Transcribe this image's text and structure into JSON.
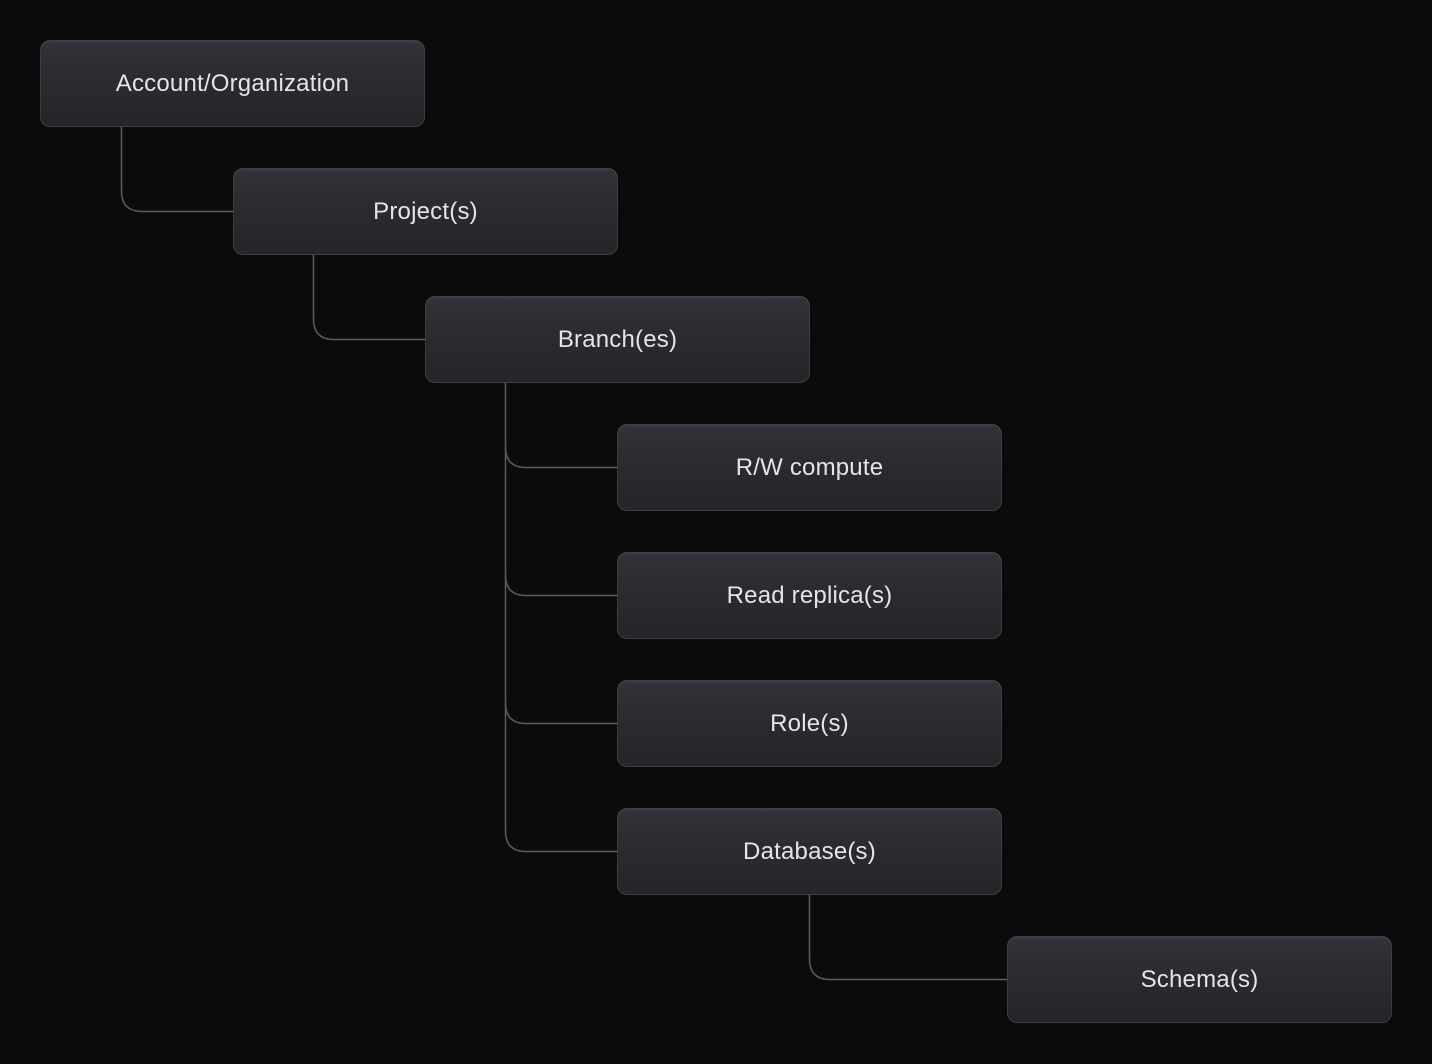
{
  "diagram": {
    "type": "hierarchy-tree",
    "nodes": [
      {
        "id": "account",
        "label": "Account/Organization"
      },
      {
        "id": "projects",
        "label": "Project(s)"
      },
      {
        "id": "branches",
        "label": "Branch(es)"
      },
      {
        "id": "rw_compute",
        "label": "R/W compute"
      },
      {
        "id": "read_replicas",
        "label": "Read replica(s)"
      },
      {
        "id": "roles",
        "label": "Role(s)"
      },
      {
        "id": "databases",
        "label": "Database(s)"
      },
      {
        "id": "schemas",
        "label": "Schema(s)"
      }
    ],
    "edges": [
      {
        "from": "account",
        "to": "projects"
      },
      {
        "from": "projects",
        "to": "branches"
      },
      {
        "from": "branches",
        "to": "rw_compute"
      },
      {
        "from": "branches",
        "to": "read_replicas"
      },
      {
        "from": "branches",
        "to": "roles"
      },
      {
        "from": "branches",
        "to": "databases"
      },
      {
        "from": "databases",
        "to": "schemas"
      }
    ],
    "colors": {
      "background": "#0b0b0c",
      "node_fill_top": "#313338",
      "node_fill_bottom": "#242629",
      "node_border": "#3b3d42",
      "connector": "#595c61",
      "text": "#e4e5e7"
    }
  }
}
